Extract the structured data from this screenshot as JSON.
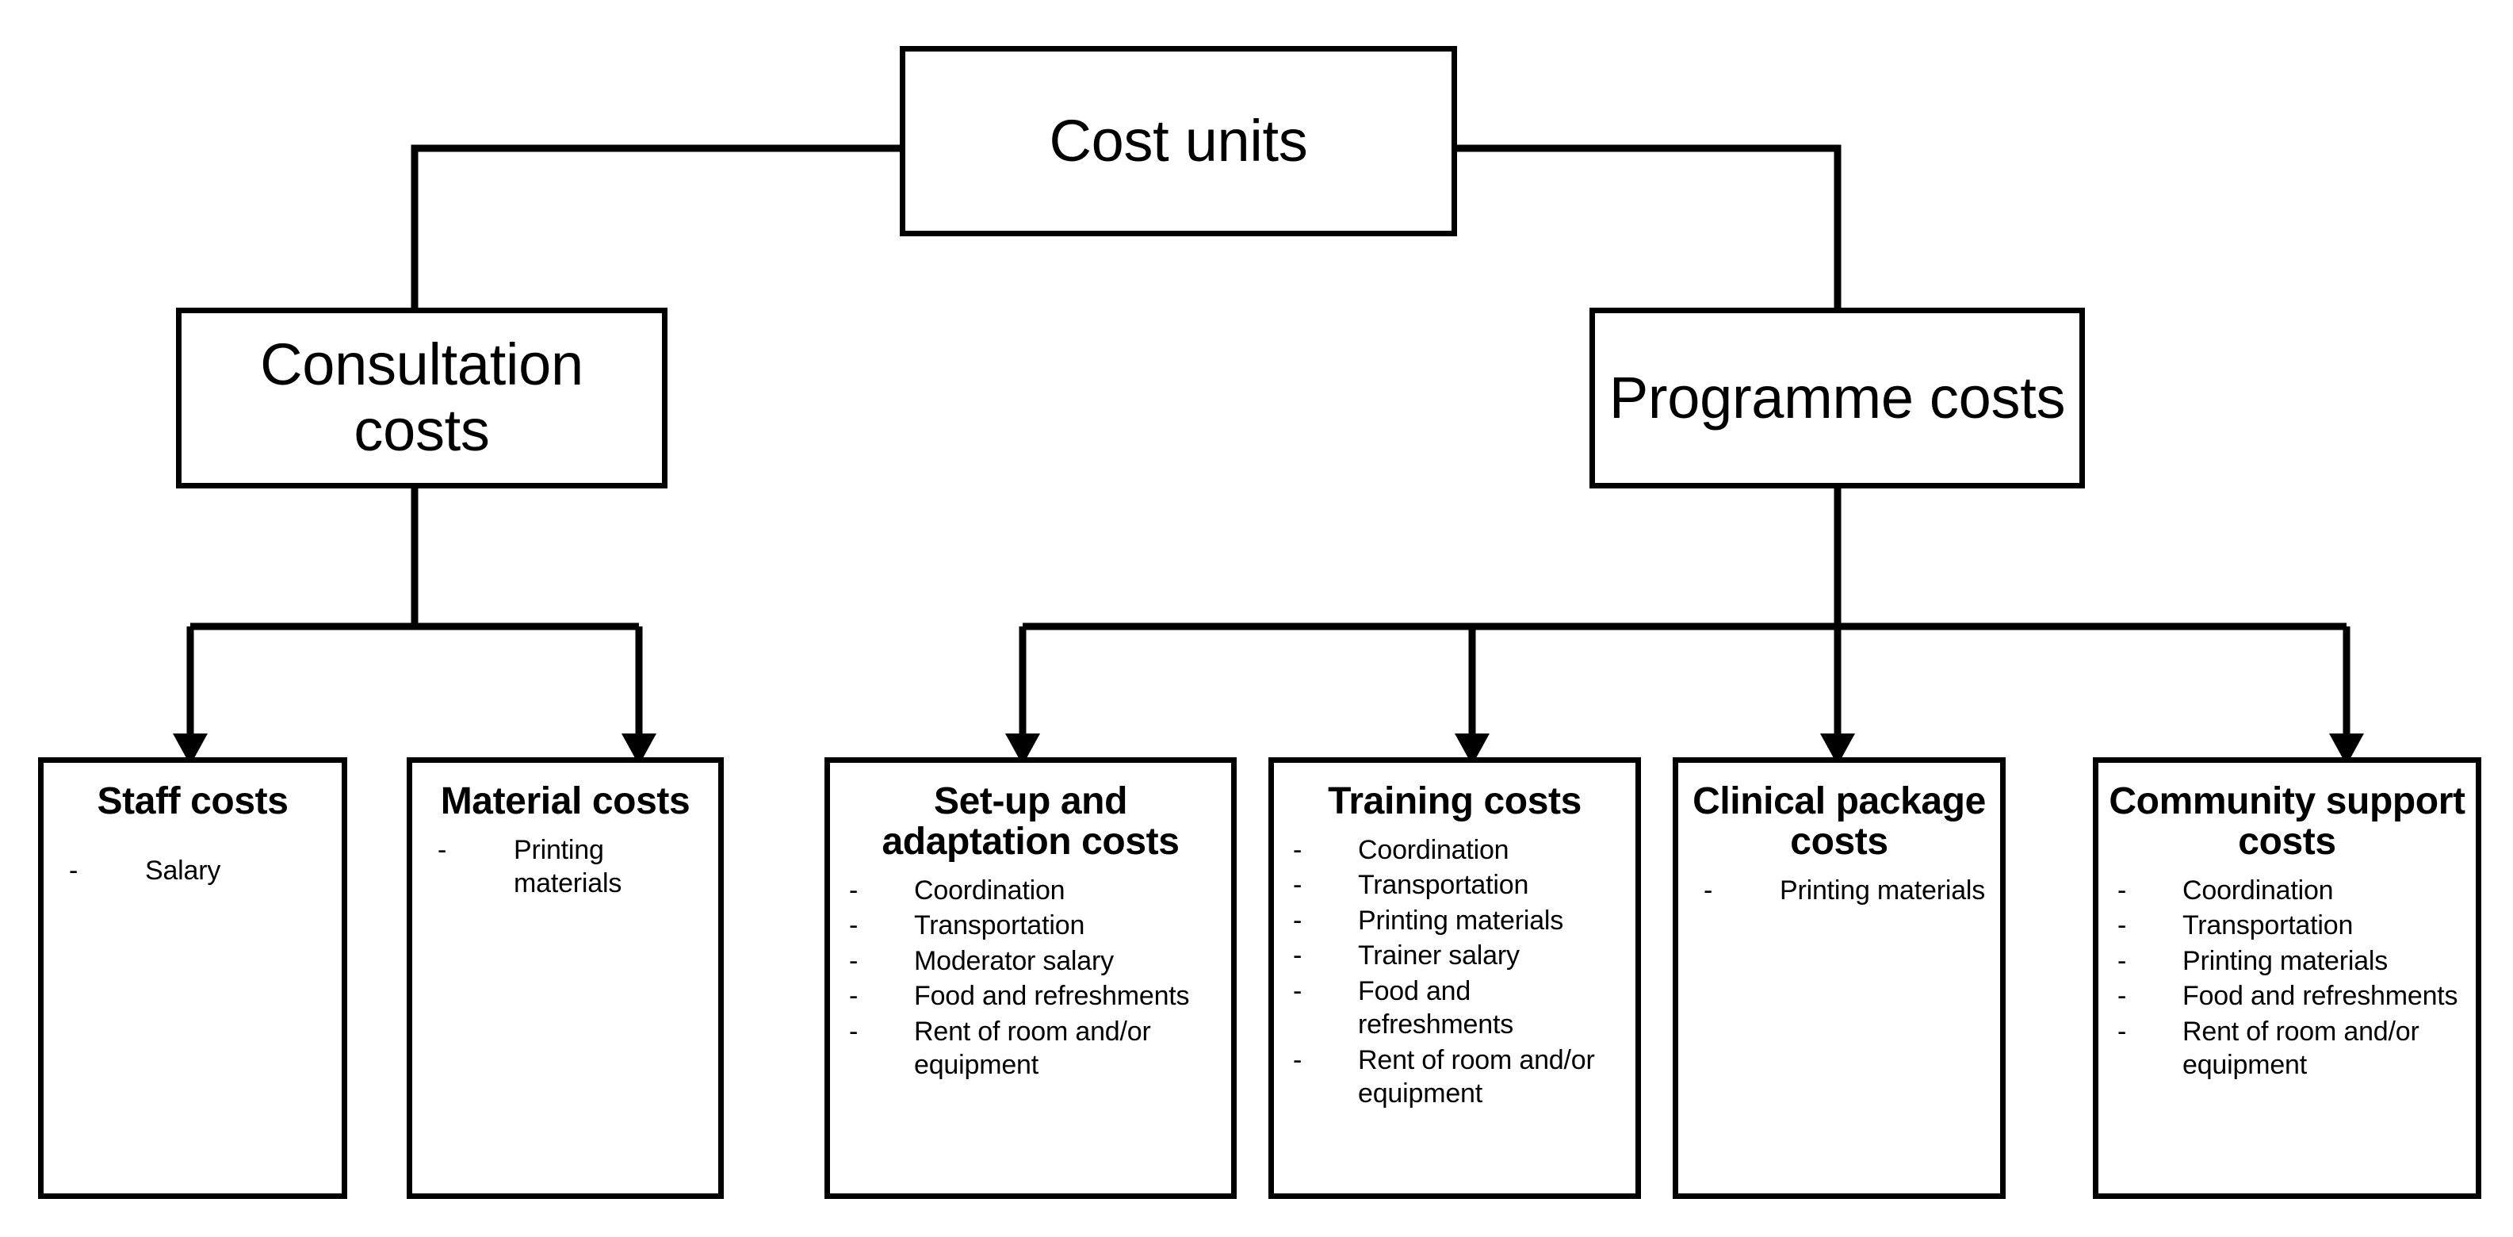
{
  "diagram": {
    "title": "Cost units",
    "type": "hierarchy-tree",
    "root": {
      "id": "cost-units",
      "label": "Cost units"
    },
    "level2": [
      {
        "id": "consultation-costs",
        "label": "Consultation costs"
      },
      {
        "id": "programme-costs",
        "label": "Programme costs"
      }
    ],
    "level3": [
      {
        "id": "staff-costs",
        "parent": "consultation-costs",
        "label": "Staff costs",
        "items": [
          "Salary"
        ]
      },
      {
        "id": "material-costs",
        "parent": "consultation-costs",
        "label": "Material costs",
        "items": [
          "Printing materials"
        ]
      },
      {
        "id": "set-up-and-adaptation-costs",
        "parent": "programme-costs",
        "label": "Set-up and adaptation costs",
        "items": [
          "Coordination",
          "Transportation",
          "Moderator salary",
          "Food and refreshments",
          "Rent of room and/or equipment"
        ]
      },
      {
        "id": "training-costs",
        "parent": "programme-costs",
        "label": "Training costs",
        "items": [
          "Coordination",
          "Transportation",
          "Printing materials",
          "Trainer salary",
          "Food and refreshments",
          "Rent of room and/or equipment"
        ]
      },
      {
        "id": "clinical-package-costs",
        "parent": "programme-costs",
        "label": "Clinical package costs",
        "items": [
          "Printing materials"
        ]
      },
      {
        "id": "community-support-costs",
        "parent": "programme-costs",
        "label": "Community support costs",
        "items": [
          "Coordination",
          "Transportation",
          "Printing materials",
          "Food and refreshments",
          "Rent of room and/or equipment"
        ]
      }
    ],
    "bullet_marker": "-",
    "colors": {
      "line": "#000000",
      "box_border": "#000000",
      "box_fill": "#ffffff",
      "text": "#000000",
      "background": "#ffffff"
    }
  }
}
